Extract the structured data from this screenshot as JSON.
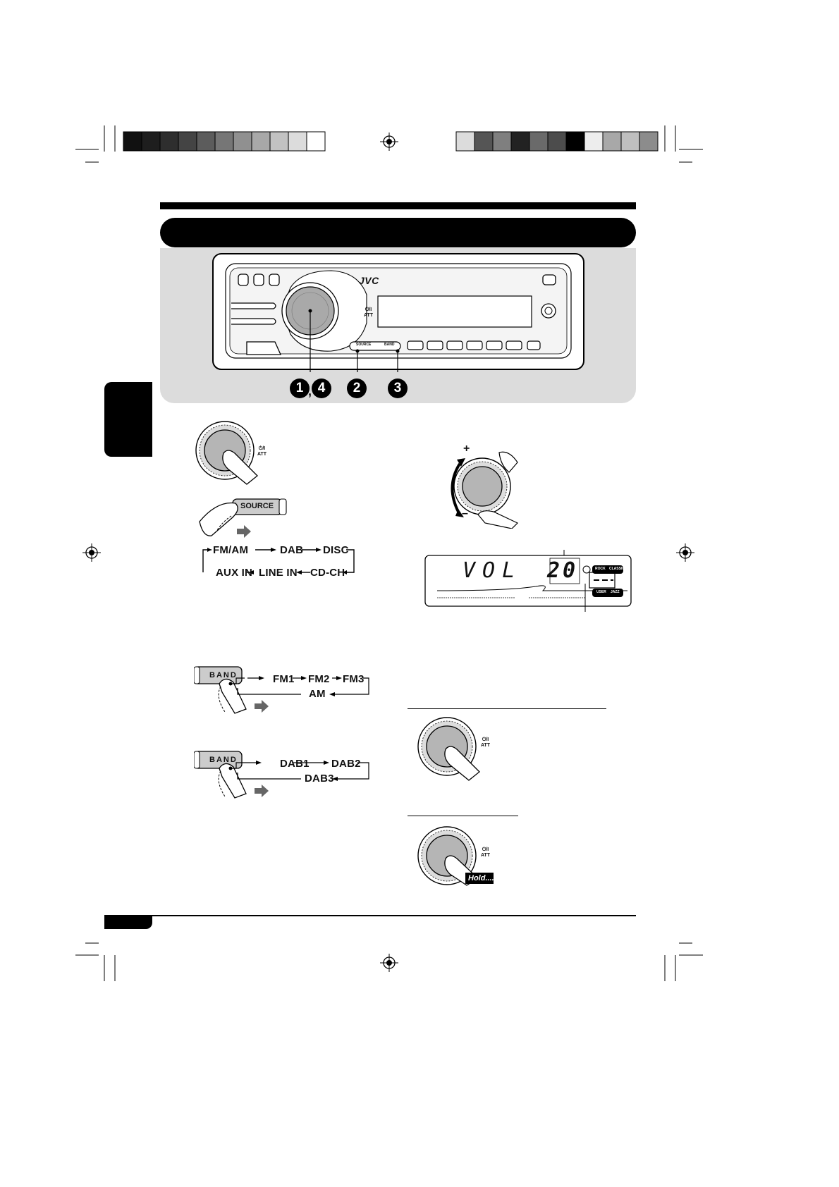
{
  "registration_bars": {
    "left_colors": [
      "#111111",
      "#1e1e1e",
      "#2e2e2e",
      "#444444",
      "#5c5c5c",
      "#767676",
      "#909090",
      "#a8a8a8",
      "#c2c2c2",
      "#dcdcdc",
      "#ffffff"
    ],
    "right_colors": [
      "#dcdcdc",
      "#555555",
      "#7f7f7f",
      "#222222",
      "#6a6a6a",
      "#4c4c4c",
      "#000000",
      "#ededed",
      "#a8a8a8",
      "#bfbfbf",
      "#8c8c8c"
    ]
  },
  "accent_colors": {
    "panel_gray": "#dcdcdc",
    "black": "#000000"
  },
  "unit": {
    "brand": "JVC",
    "power_label_line1": "⏻/I",
    "power_label_line2": "ATT",
    "source_key": "SOURCE",
    "band_key": "BAND"
  },
  "callouts": {
    "c1": "1",
    "comma": ",",
    "c4": "4",
    "c2": "2",
    "c3": "3"
  },
  "step_power": {
    "label_line1": "⏻/I",
    "label_line2": "ATT"
  },
  "source_button_label": "SOURCE",
  "source_cycle": {
    "row1": [
      "FM/AM",
      "DAB",
      "DISC"
    ],
    "row2": [
      "AUX IN",
      "LINE IN",
      "CD-CH"
    ]
  },
  "band_fm": {
    "button_label": "BAND",
    "row1": [
      "FM1",
      "FM2",
      "FM3"
    ],
    "row2": "AM"
  },
  "band_dab": {
    "button_label": "BAND",
    "row1": [
      "DAB1",
      "DAB2"
    ],
    "row2": "DAB3"
  },
  "volume": {
    "plus": "+",
    "minus": "–"
  },
  "display": {
    "text": "VOL",
    "value": "20",
    "tags": [
      "ROCK",
      "CLASSIC",
      "USER",
      "JAZZ"
    ]
  },
  "mute": {
    "label_line1": "⏻/I",
    "label_line2": "ATT"
  },
  "power_off": {
    "label_line1": "⏻/I",
    "label_line2": "ATT",
    "hold": "Hold...."
  }
}
